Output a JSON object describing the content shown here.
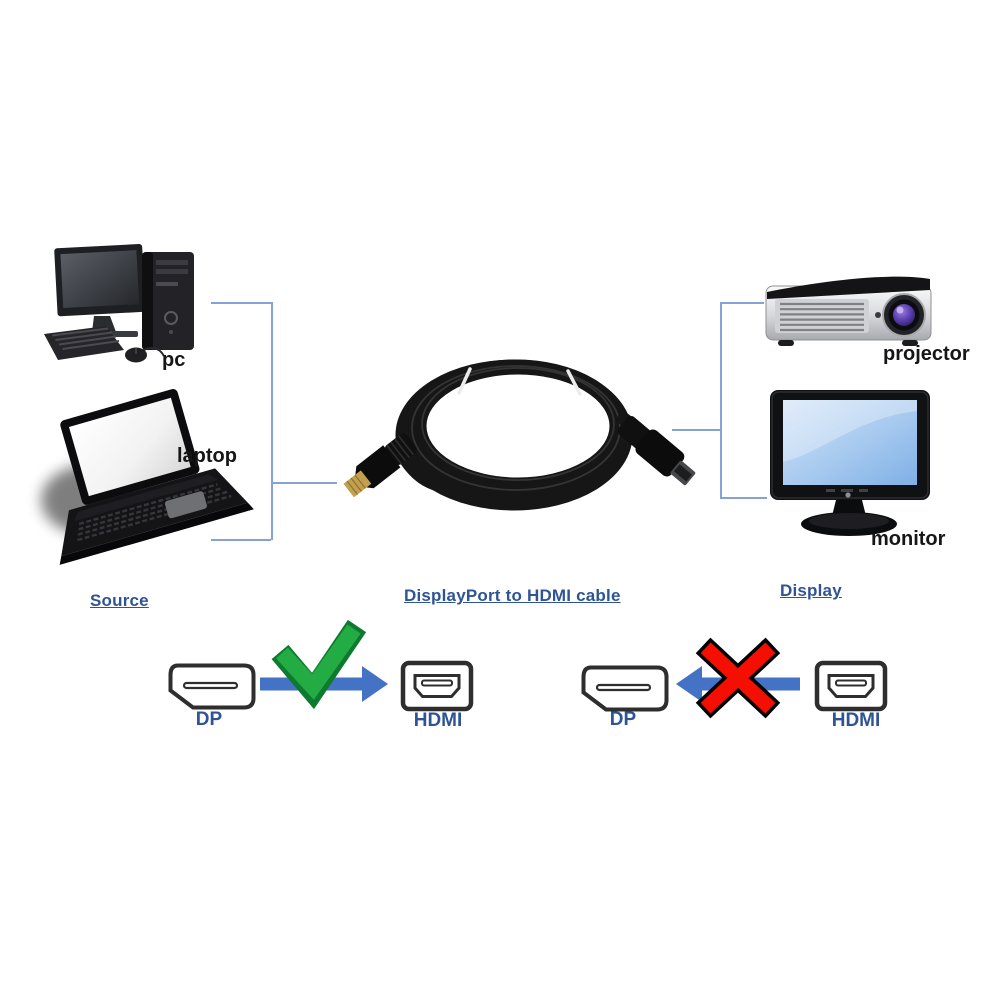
{
  "headings": {
    "source": "Source",
    "cable": "DisplayPort to HDMI cable",
    "display": "Display"
  },
  "devices": {
    "pc": "pc",
    "laptop": "laptop",
    "projector": "projector",
    "monitor": "monitor"
  },
  "compatibility": {
    "allowed": {
      "left_label": "DP",
      "right_label": "HDMI",
      "arrow_direction": "left-to-right",
      "icon": "check-icon"
    },
    "not_allowed": {
      "left_label": "DP",
      "right_label": "HDMI",
      "arrow_direction": "right-to-left",
      "icon": "cross-icon"
    }
  },
  "colors": {
    "heading_blue": "#2F5496",
    "arrow_blue": "#4472C4",
    "bracket_blue": "#86A2D4",
    "check_green": "#23AC44",
    "cross_red": "#F40F02",
    "connector_outline": "#2e2e2e"
  }
}
